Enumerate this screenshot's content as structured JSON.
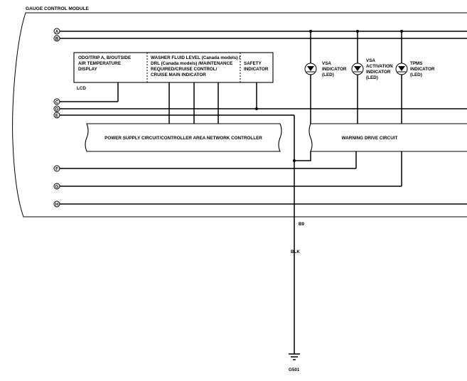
{
  "diagram": {
    "module_title": "GAUGE CONTROL MODULE",
    "connectors": [
      "A",
      "B",
      "C",
      "D",
      "E",
      "F",
      "G",
      "H"
    ],
    "lcd": {
      "label": "LCD",
      "cells": [
        {
          "lines": [
            "ODO/TRIP A, B/OUTSIDE",
            "AIR TEMPERATURE",
            "DISPLAY"
          ]
        },
        {
          "lines": [
            "WASHER FLUID LEVEL (Canada models) /",
            "DRL (Canada models) /MAINTENANCE",
            "REQUIRED/CRUISE CONTROL/",
            "CRUISE MAIN INDICATOR"
          ]
        },
        {
          "lines": [
            "SAFETY",
            "INDICATOR"
          ]
        }
      ]
    },
    "indicators": [
      {
        "lines": [
          "VSA",
          "INDICATOR",
          "(LED)"
        ]
      },
      {
        "lines": [
          "VSA",
          "ACTIVATION",
          "INDICATOR",
          "(LED)"
        ]
      },
      {
        "lines": [
          "TPMS",
          "INDICATOR",
          "(LED)"
        ]
      }
    ],
    "power_block": "POWER SUPPLY CIRCUIT/CONTROLLER AREA NETWORK CONTROLLER",
    "warning_block": "WARNING DRIVE CIRCUIT",
    "pin": "B9",
    "wire_color": "BLK",
    "ground": "G501"
  }
}
